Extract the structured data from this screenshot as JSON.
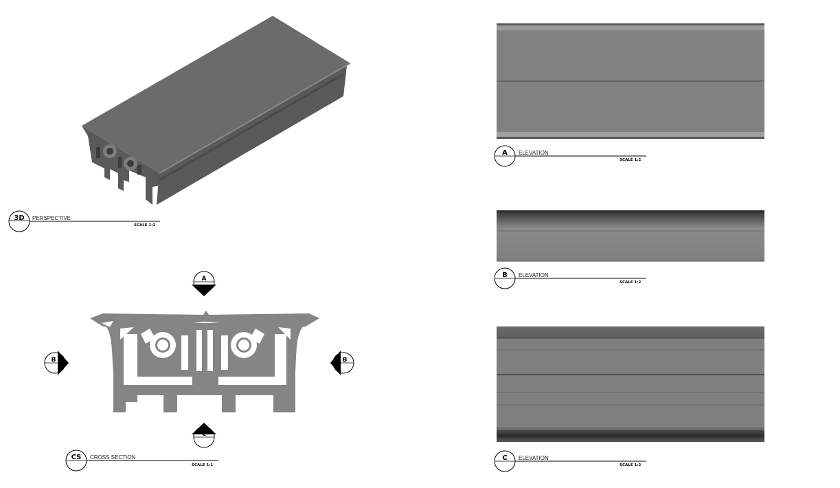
{
  "views": {
    "perspective": {
      "tag": "3D",
      "title": "PERSPECTIVE",
      "scale": "SCALE  1:2"
    },
    "cross_section": {
      "tag": "CS",
      "title": "CROSS SECTION",
      "scale": "SCALE  1:1"
    },
    "elevation_a": {
      "tag": "A",
      "title": "ELEVATION",
      "scale": "SCALE  1:2"
    },
    "elevation_b": {
      "tag": "B",
      "title": "ELEVATION",
      "scale": "SCALE  1:2"
    },
    "elevation_c": {
      "tag": "C",
      "title": "ELEVATION",
      "scale": "SCALE  1:2"
    }
  },
  "section_markers": {
    "top": "A",
    "left": "B",
    "right": "B",
    "bottom": "C"
  },
  "colors": {
    "profile": "#858585",
    "dark": "#3e3e3e",
    "line": "#000000"
  }
}
